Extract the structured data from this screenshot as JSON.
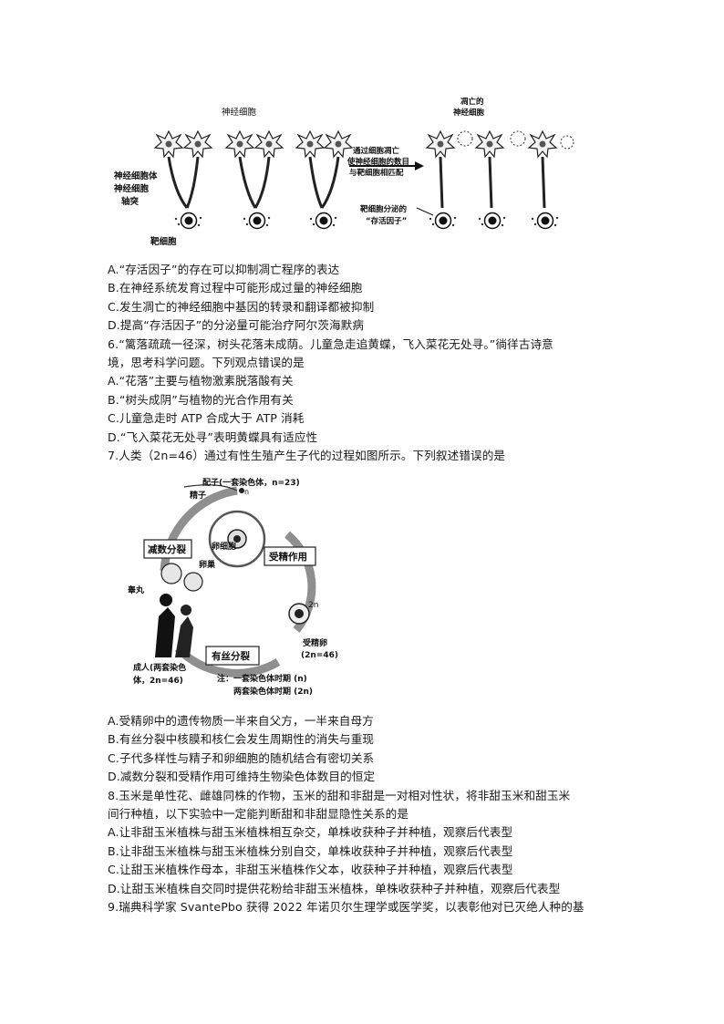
{
  "figure1": {
    "label_neuron": "神经细胞",
    "label_cell_body": "神经细胞体",
    "label_axon": "神经细胞\n轴突",
    "label_target": "靶细胞",
    "label_apoptosis_note": "通过细胞凋亡\n使神经细胞的数目\n与靶细胞相匹配",
    "label_dead_neuron": "凋亡的\n神经细胞",
    "label_survival_factor": "靶细胞分泌的\n“存活因子”"
  },
  "q5_options": [
    "A.“存活因子”的存在可以抑制凋亡程序的表达",
    "B.在神经系统发育过程中可能形成过量的神经细胞",
    "C.发生凋亡的神经细胞中基因的转录和翻译都被抑制",
    "D.提高“存活因子”的分泌量可能治疗阿尔茨海默病"
  ],
  "q6_stem": [
    "6.“篱落疏疏一径深，树头花落未成荫。儿童急走追黄蝶，飞入菜花无处寻。”徜徉古诗意",
    "境，思考科学问题。下列观点错误的是"
  ],
  "q6_options": [
    "A.“花落”主要与植物激素脱落酸有关",
    "B.“树头成阴”与植物的光合作用有关",
    "C.儿童急走时 ATP 合成大于 ATP 消耗",
    "D.“飞入菜花无处寻”表明黄蝶具有适应性"
  ],
  "q7_stem": "7.人类（2n=46）通过有性生殖产生子代的过程如图所示。下列叙述错误的是",
  "figure2": {
    "gamete": "配子(一套染色体，n=23)",
    "sperm": "精子",
    "egg": "卵细胞",
    "meiosis": "减数分裂",
    "fertilization": "受精作用",
    "testis": "睾丸",
    "ovary": "卵巢",
    "zygote": "受精卵",
    "zygote_n": "(2n=46)",
    "mitosis": "有丝分裂",
    "adult": "成人(两套染色\n体，2n=46)",
    "note1": "注：一套染色体时期 (n)",
    "note2": "两套染色体时期 (2n)",
    "n_mark": "n",
    "twon_mark": "2n"
  },
  "q7_options": [
    "A.受精卵中的遗传物质一半来自父方，一半来自母方",
    "B.有丝分裂中核膜和核仁会发生周期性的消失与重现",
    "C.子代多样性与精子和卵细胞的随机结合有密切关系",
    "D.减数分裂和受精作用可维持生物染色体数目的恒定"
  ],
  "q8_stem": [
    "8.玉米是单性花、雌雄同株的作物，玉米的甜和非甜是一对相对性状，将非甜玉米和甜玉米",
    "间行种植，以下实验中一定能判断甜和非甜显隐性关系的是"
  ],
  "q8_options": [
    "A.让非甜玉米植株与甜玉米植株相互杂交，单株收获种子并种植，观察后代表型",
    "B.让非甜玉米植株与甜玉米植株分别自交，单株收获种子并种植，观察后代表型",
    "C.让甜玉米植株作母本，非甜玉米植株作父本，收获种子并种植，观察后代表型",
    "D.让甜玉米植株自交同时提供花粉给非甜玉米植株，单株收获种子并种植，观察后代表型"
  ],
  "q9_stem": "9.瑞典科学家 SvantePbo 获得 2022 年诺贝尔生理学或医学奖，以表彰他对已灭绝人种的基"
}
